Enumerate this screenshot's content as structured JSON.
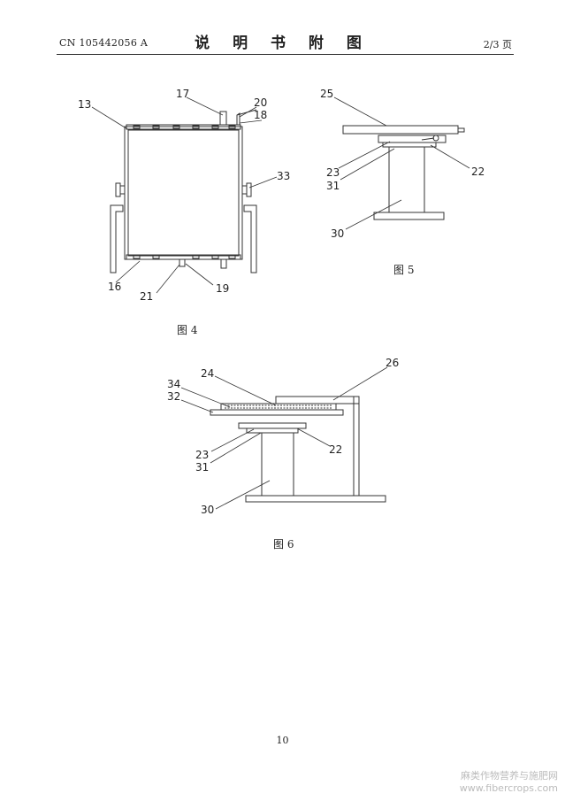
{
  "header": {
    "doc_number": "CN 105442056 A",
    "section_title": "说 明 书 附 图",
    "page_indicator": "2/3 页"
  },
  "figures": {
    "fig4": {
      "caption": "图 4",
      "labels": [
        "13",
        "17",
        "20",
        "18",
        "33",
        "16",
        "21",
        "19"
      ]
    },
    "fig5": {
      "caption": "图 5",
      "labels": [
        "25",
        "23",
        "31",
        "22",
        "30"
      ]
    },
    "fig6": {
      "caption": "图 6",
      "labels": [
        "24",
        "26",
        "34",
        "32",
        "23",
        "31",
        "22",
        "30"
      ]
    }
  },
  "footer": {
    "page_number": "10"
  },
  "watermark": {
    "line1": "麻类作物营养与施肥网",
    "line2": "www.fibercrops.com"
  }
}
